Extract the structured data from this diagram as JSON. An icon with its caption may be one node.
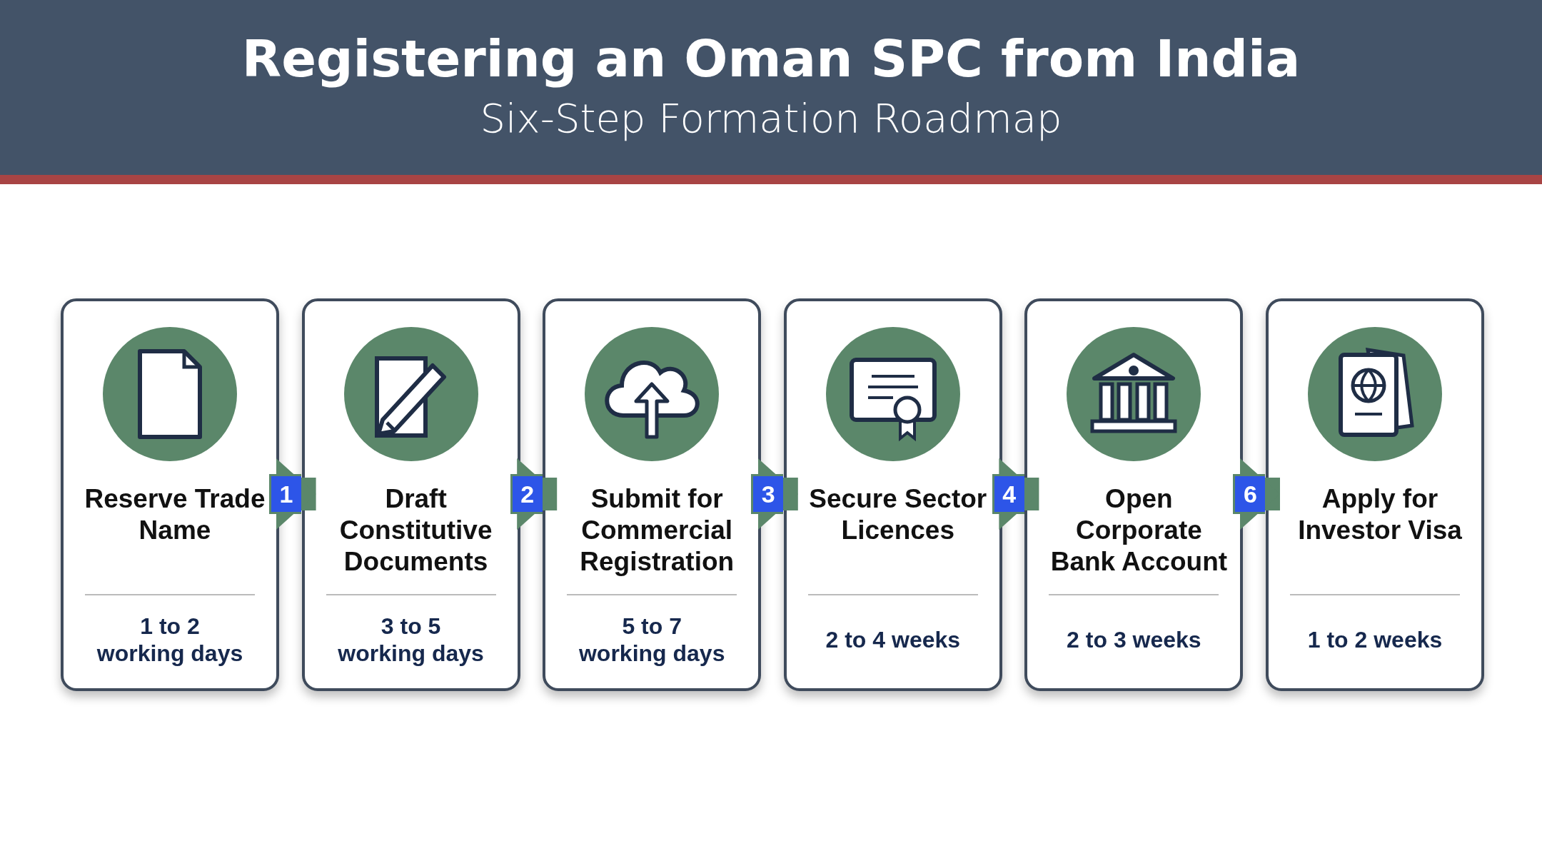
{
  "diagram": {
    "title": "Registering an Oman SPC from India",
    "nodes": [
      {
        "text": [
          "Reserve Trade Name",
          "1 to 2 working days"
        ]
      },
      {
        "text": [
          "Draft Constitutive Documents",
          "3 to 5 working days"
        ]
      },
      {
        "text": [
          "Submit for Commercial Registration",
          "5 to 7 working days"
        ]
      },
      {
        "text": [
          "Secure Sector Licences",
          "2 to 4 weeks"
        ]
      },
      {
        "text": [
          "Open Corporate Bank Account",
          "2 to 3 weeks"
        ]
      },
      {
        "text": [
          "Apply for Investor Visa",
          "1 to 2 weeks"
        ]
      }
    ],
    "edges": [
      {
        "from": 0,
        "to": 1,
        "arrow": "to",
        "label": "1"
      },
      {
        "from": 1,
        "to": 2,
        "arrow": "to",
        "label": "2"
      },
      {
        "from": 2,
        "to": 3,
        "arrow": "to",
        "label": "3"
      },
      {
        "from": 3,
        "to": 4,
        "arrow": "to",
        "label": "4"
      },
      {
        "from": 4,
        "to": 5,
        "arrow": "to",
        "label": "6"
      }
    ],
    "labels": [
      "Six-Step Formation Roadmap"
    ]
  }
}
